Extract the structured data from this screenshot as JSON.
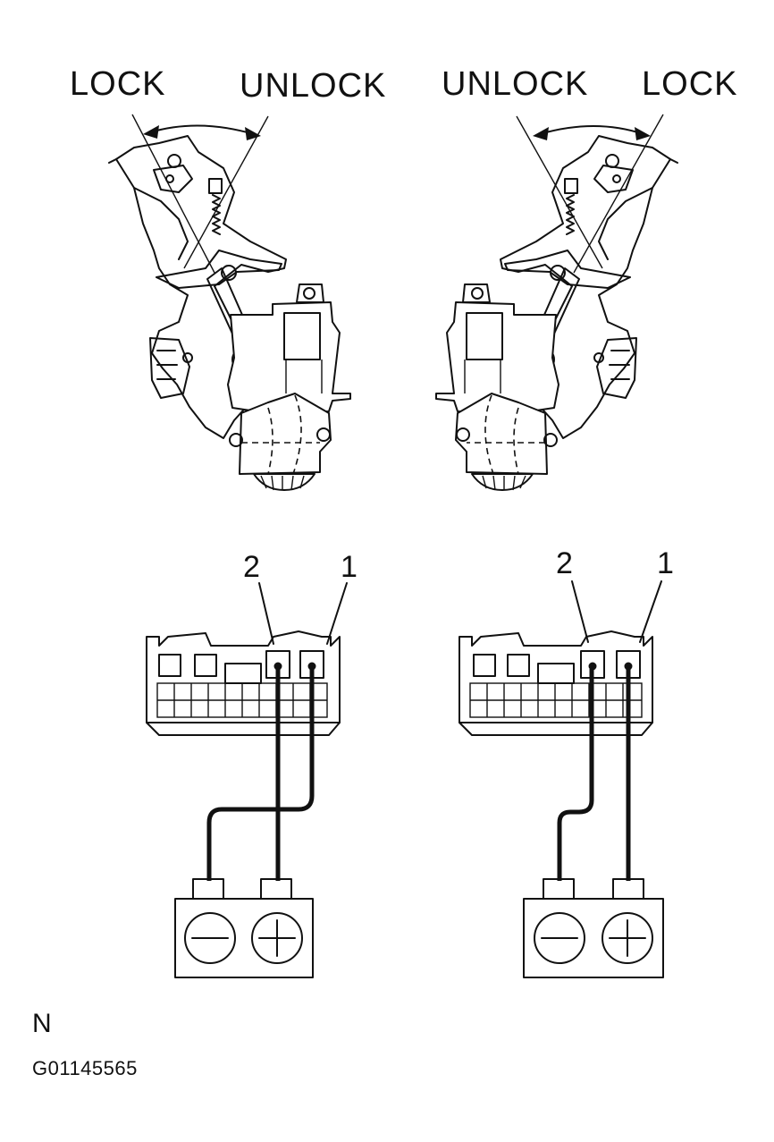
{
  "labels": {
    "left_lock": "LOCK",
    "left_unlock": "UNLOCK",
    "right_unlock": "UNLOCK",
    "right_lock": "LOCK"
  },
  "pins": {
    "left_pin_2": "2",
    "left_pin_1": "1",
    "right_pin_2": "2",
    "right_pin_1": "1"
  },
  "battery": {
    "negative_symbol": "−",
    "positive_symbol": "+"
  },
  "footer": {
    "figure_letter": "N",
    "figure_code": "G01145565"
  }
}
